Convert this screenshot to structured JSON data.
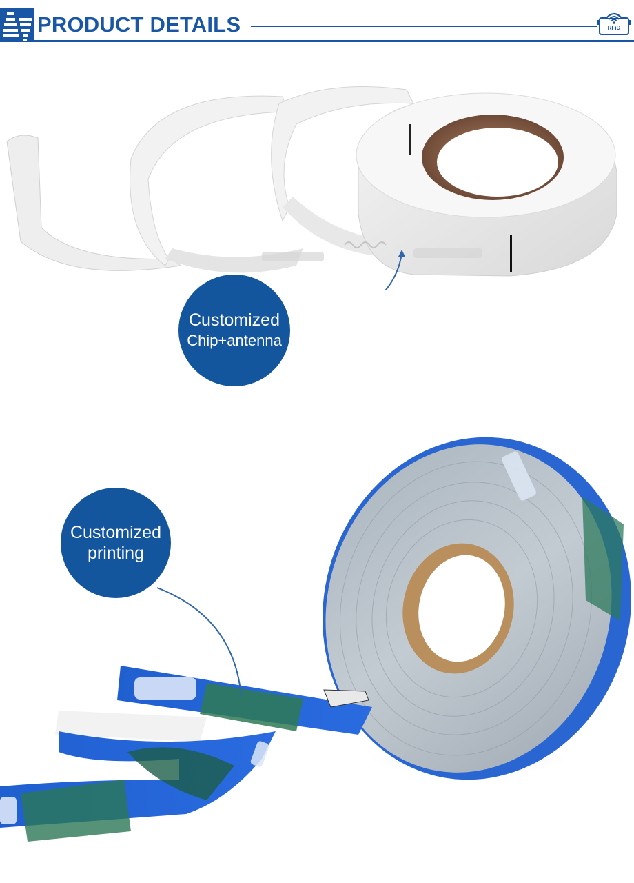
{
  "header": {
    "title": "PRODUCT DETAILS",
    "logo_icon": "company-logo-icon",
    "badge_icon": "rfid-wifi-icon",
    "badge_text": "RFiD",
    "accent_color": "#1a56a6"
  },
  "sections": [
    {
      "image": "white-rfid-wristband-roll",
      "callout": {
        "line1": "Customized",
        "line2": "Chip+antenna",
        "color": "#14569e"
      }
    },
    {
      "image": "printed-blue-palm-wristband-roll",
      "callout": {
        "line1": "Customized",
        "line2": "printing",
        "color": "#14569e"
      }
    }
  ]
}
